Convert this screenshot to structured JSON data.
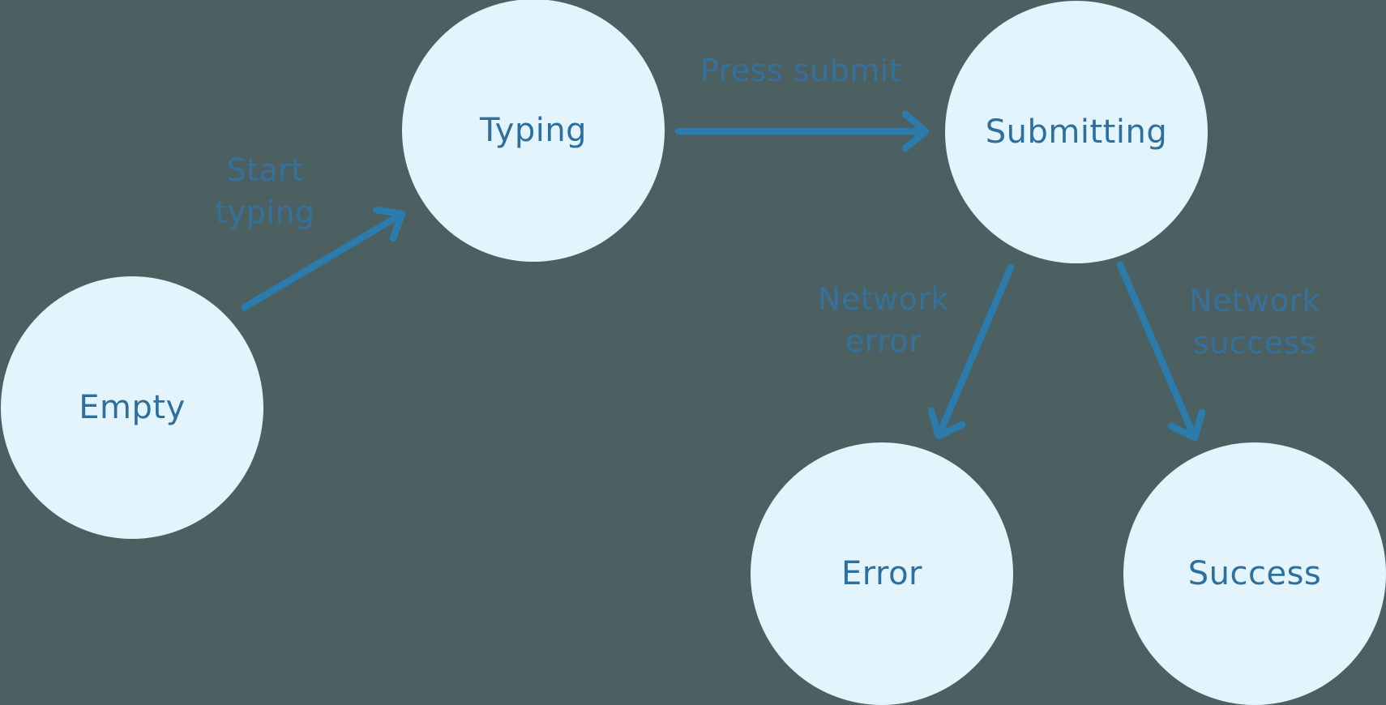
{
  "diagram": {
    "kind": "state-machine",
    "colors": {
      "background": "#4C6061",
      "node_fill": "#E3F4FC",
      "node_label": "#2D6F9E",
      "arrow": "#2B7BAD",
      "edge_label": "#35719B"
    },
    "nodes": [
      {
        "id": "empty",
        "label": "Empty"
      },
      {
        "id": "typing",
        "label": "Typing"
      },
      {
        "id": "submitting",
        "label": "Submitting"
      },
      {
        "id": "error",
        "label": "Error"
      },
      {
        "id": "success",
        "label": "Success"
      }
    ],
    "edges": [
      {
        "from": "empty",
        "to": "typing",
        "label": "Start typing"
      },
      {
        "from": "typing",
        "to": "submitting",
        "label": "Press submit"
      },
      {
        "from": "submitting",
        "to": "error",
        "label": "Network error"
      },
      {
        "from": "submitting",
        "to": "success",
        "label": "Network success"
      }
    ]
  }
}
